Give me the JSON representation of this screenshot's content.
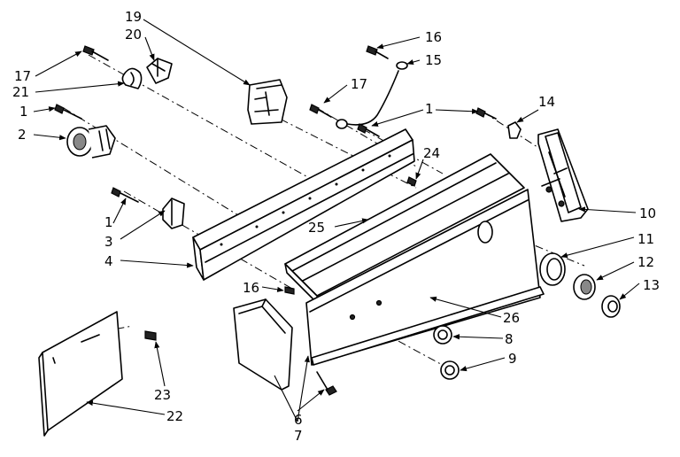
{
  "callouts": [
    {
      "id": "c19",
      "text": "19"
    },
    {
      "id": "c20",
      "text": "20"
    },
    {
      "id": "c16a",
      "text": "16"
    },
    {
      "id": "c15",
      "text": "15"
    },
    {
      "id": "c17a",
      "text": "17"
    },
    {
      "id": "c21",
      "text": "21"
    },
    {
      "id": "c1a",
      "text": "1"
    },
    {
      "id": "c2",
      "text": "2"
    },
    {
      "id": "c17b",
      "text": "17"
    },
    {
      "id": "c1b",
      "text": "1"
    },
    {
      "id": "c14",
      "text": "14"
    },
    {
      "id": "c24",
      "text": "24"
    },
    {
      "id": "c10",
      "text": "10"
    },
    {
      "id": "c25",
      "text": "25"
    },
    {
      "id": "c11",
      "text": "11"
    },
    {
      "id": "c1c",
      "text": "1"
    },
    {
      "id": "c3",
      "text": "3"
    },
    {
      "id": "c4",
      "text": "4"
    },
    {
      "id": "c12",
      "text": "12"
    },
    {
      "id": "c16b",
      "text": "16"
    },
    {
      "id": "c13",
      "text": "13"
    },
    {
      "id": "c26",
      "text": "26"
    },
    {
      "id": "c8",
      "text": "8"
    },
    {
      "id": "c9",
      "text": "9"
    },
    {
      "id": "c23",
      "text": "23"
    },
    {
      "id": "c22",
      "text": "22"
    },
    {
      "id": "c6",
      "text": "6"
    },
    {
      "id": "c7",
      "text": "7"
    }
  ]
}
